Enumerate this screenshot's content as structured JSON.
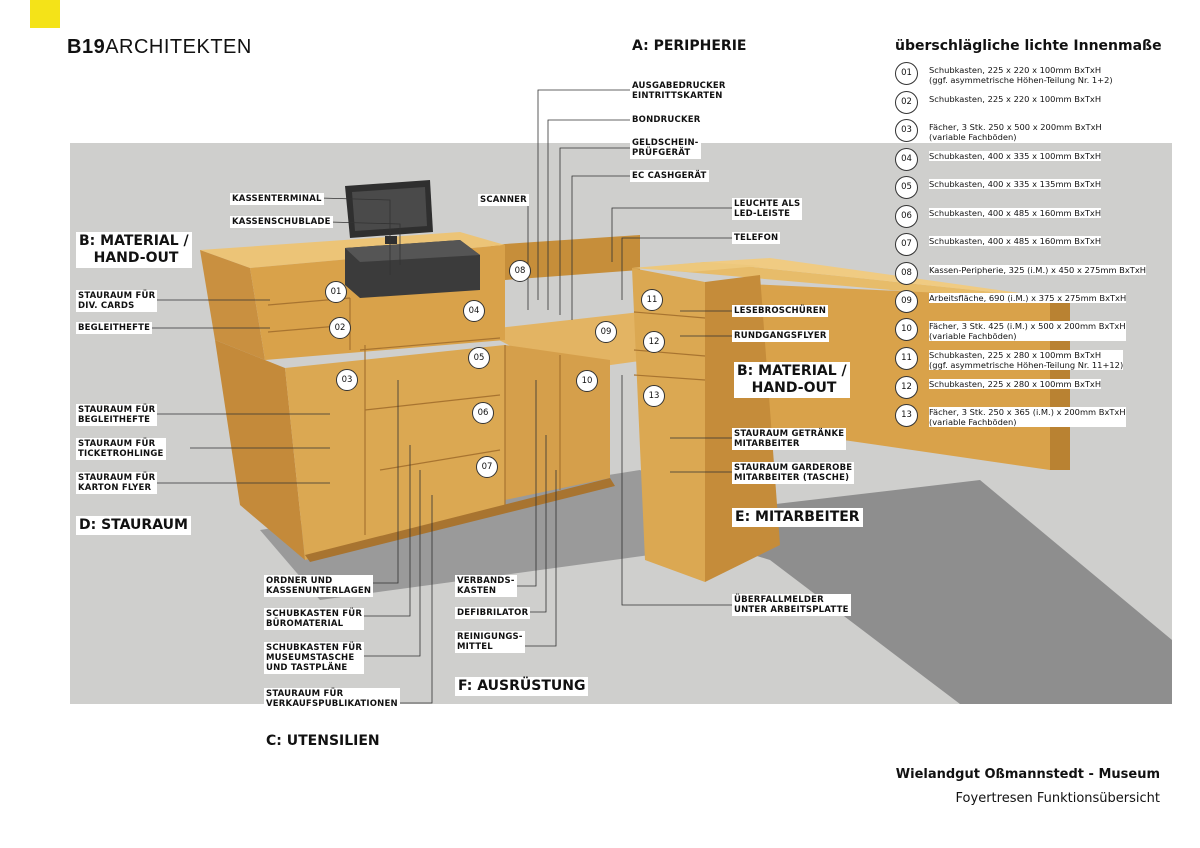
{
  "header": {
    "logo_bold": "B19",
    "logo_rest": "ARCHITEKTEN"
  },
  "categories": {
    "peripherie": "A: PERIPHERIE",
    "material_left": "B: MATERIAL /\n   HAND-OUT",
    "material_right": "B: MATERIAL /\n   HAND-OUT",
    "utensilien": "C: UTENSILIEN",
    "stauraum": "D: STAURAUM",
    "mitarbeiter": "E: MITARBEITER",
    "ausruestung": "F: AUSRÜSTUNG"
  },
  "labels": {
    "kassenterminal": "KASSENTERMINAL",
    "kassenschublade": "KASSENSCHUBLADE",
    "scanner": "SCANNER",
    "ausgabedrucker": "AUSGABEDRUCKER\nEINTRITTSKARTEN",
    "bondrucker": "BONDRUCKER",
    "geldschein": "GELDSCHEIN-\nPRÜFGERÄT",
    "ec": "EC CASHGERÄT",
    "leuchte": "LEUCHTE ALS\nLED-LEISTE",
    "telefon": "TELEFON",
    "stauraum_cards": "STAURAUM FÜR\nDIV. CARDS",
    "begleithefte": "BEGLEITHEFTE",
    "lesebroschueren": "LESEBROSCHÜREN",
    "rundgangsflyer": "RUNDGANGSFLYER",
    "stauraum_begleithefte": "STAURAUM FÜR\nBEGLEITHEFTE",
    "stauraum_ticket": "STAURAUM FÜR\nTICKETROHLINGE",
    "stauraum_karton": "STAURAUM FÜR\nKARTON FLYER",
    "getraenke": "STAURAUM GETRÄNKE\nMITARBEITER",
    "garderobe": "STAURAUM GARDEROBE\nMITARBEITER (TASCHE)",
    "ordner": "ORDNER UND\nKASSENUNTERLAGEN",
    "bueromaterial": "SCHUBKASTEN FÜR\nBÜROMATERIAL",
    "museumstasche": "SCHUBKASTEN FÜR\nMUSEUMSTASCHE\nUND TASTPLÄNE",
    "verkaufspub": "STAURAUM FÜR\nVERKAUFSPUBLIKATIONEN",
    "verbandskasten": "VERBANDS-\nKASTEN",
    "defibrilator": "DEFIBRILATOR",
    "reinigung": "REINIGUNGS-\nMITTEL",
    "ueberfall": "ÜBERFALLMELDER\nUNTER ARBEITSPLATTE"
  },
  "markers": [
    "01",
    "02",
    "03",
    "04",
    "05",
    "06",
    "07",
    "08",
    "09",
    "10",
    "11",
    "12",
    "13"
  ],
  "legend": {
    "title": "überschlägliche lichte Innenmaße",
    "items": [
      {
        "num": "01",
        "text": "Schubkasten, 225 x 220 x 100mm BxTxH\n(ggf. asymmetrische Höhen-Teilung Nr. 1+2)"
      },
      {
        "num": "02",
        "text": "Schubkasten, 225 x 220 x 100mm BxTxH"
      },
      {
        "num": "03",
        "text": "Fächer, 3 Stk. 250 x 500 x 200mm BxTxH\n(variable Fachböden)"
      },
      {
        "num": "04",
        "text": "Schubkasten, 400 x 335 x 100mm BxTxH"
      },
      {
        "num": "05",
        "text": "Schubkasten, 400 x 335 x 135mm BxTxH"
      },
      {
        "num": "06",
        "text": "Schubkasten, 400 x 485 x 160mm BxTxH"
      },
      {
        "num": "07",
        "text": "Schubkasten, 400 x 485 x 160mm BxTxH"
      },
      {
        "num": "08",
        "text": "Kassen-Peripherie, 325 (i.M.) x 450 x 275mm BxTxH"
      },
      {
        "num": "09",
        "text": "Arbeitsfläche, 690 (i.M.) x 375 x 275mm BxTxH"
      },
      {
        "num": "10",
        "text": "Fächer, 3 Stk. 425 (i.M.) x 500 x 200mm BxTxH\n(variable Fachböden)"
      },
      {
        "num": "11",
        "text": "Schubkasten, 225 x 280 x 100mm BxTxH\n(ggf. asymmetrische Höhen-Teilung Nr. 11+12)"
      },
      {
        "num": "12",
        "text": "Schubkasten, 225 x 280 x 100mm BxTxH"
      },
      {
        "num": "13",
        "text": "Fächer, 3 Stk. 250 x 365 (i.M.) x 200mm BxTxH\n(variable Fachböden)"
      }
    ]
  },
  "footer": {
    "line1": "Wielandgut Oßmannstedt - Museum",
    "line2": "Foyertresen Funktionsübersicht"
  },
  "colors": {
    "wood": "#d9a24a",
    "wood_light": "#e7bc6a",
    "wood_dark": "#b98232",
    "shadow": "#8e8e8e",
    "background": "#cfcfcd",
    "accent": "#f4e318"
  }
}
